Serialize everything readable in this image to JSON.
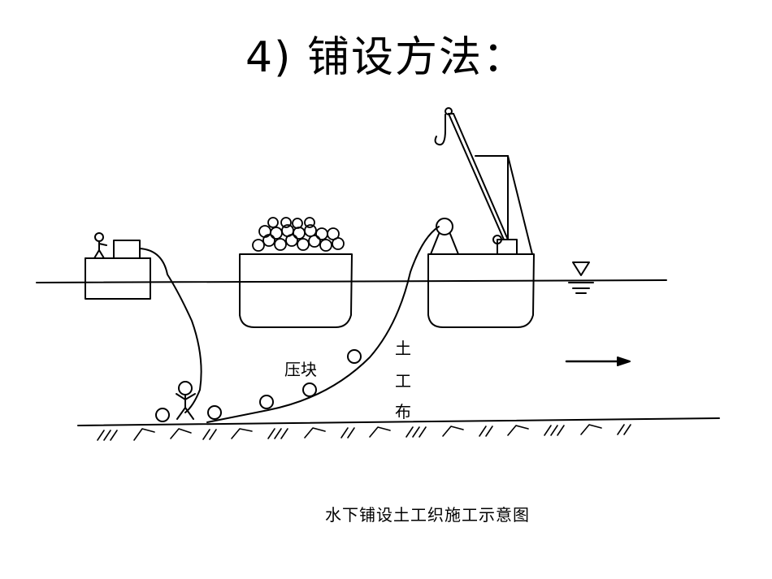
{
  "title": "4) 铺设方法：",
  "diagram": {
    "label_blocks": "压块",
    "label_geotextile_1": "土",
    "label_geotextile_2": "工",
    "label_geotextile_3": "布"
  },
  "caption": "水下铺设土工织施工示意图"
}
